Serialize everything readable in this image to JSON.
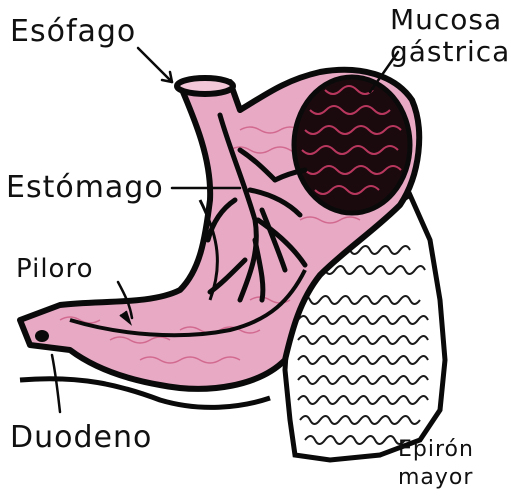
{
  "labels": {
    "esofago": "Esófago",
    "mucosa_line1": "Mucosa",
    "mucosa_line2": "gástrica",
    "estomago": "Estómago",
    "piloro": "Piloro",
    "duodeno": "Duodeno",
    "epiplon_line1": "Epirón",
    "epiplon_line2": "mayor"
  },
  "colors": {
    "stomach_fill": "#e8a9c4",
    "outline": "#0a0a0a",
    "mucosa_dark": "#b8375e"
  }
}
